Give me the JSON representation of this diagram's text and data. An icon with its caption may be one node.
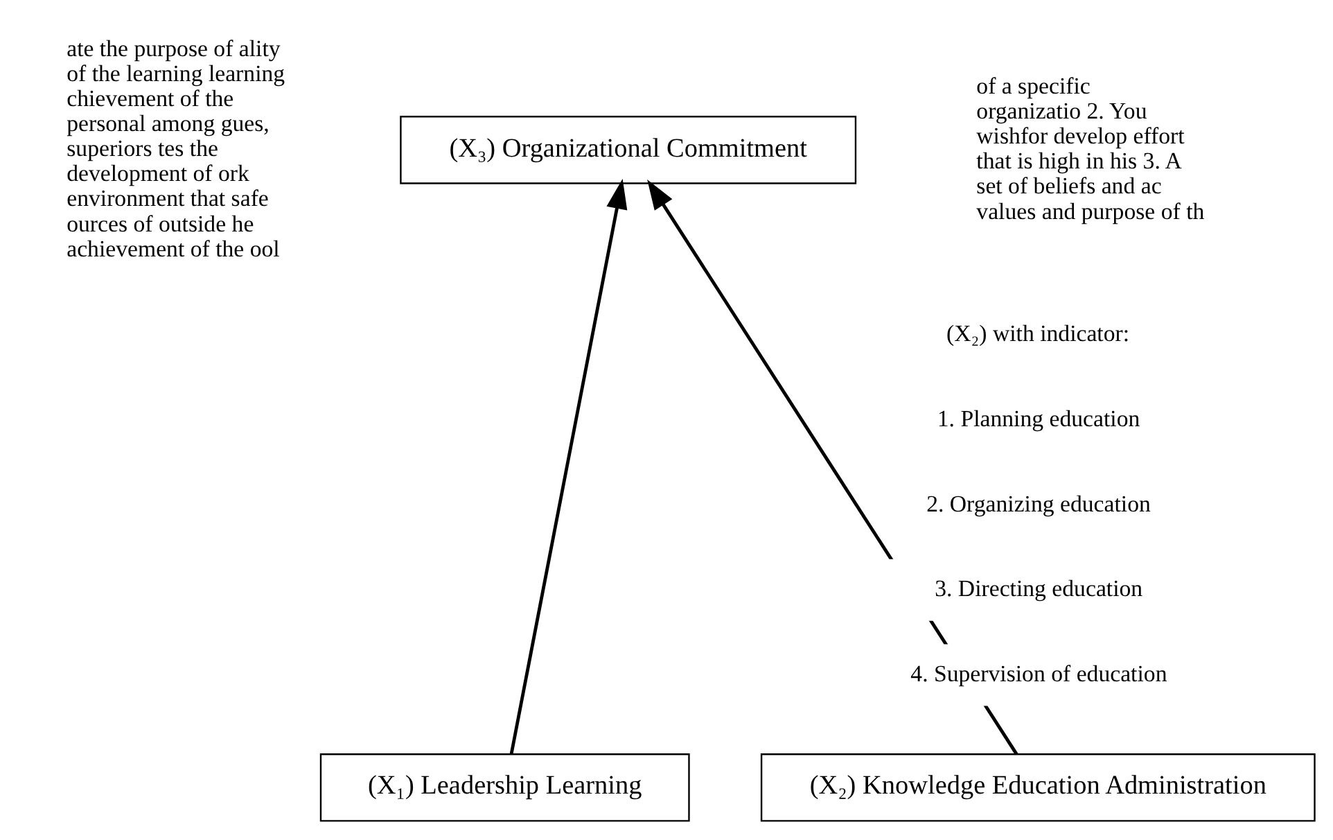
{
  "diagram": {
    "nodes": [
      {
        "text": [
          "(X₃) Organizational Commitment"
        ]
      },
      {
        "text": [
          "(X₁) Leadership Learning"
        ]
      },
      {
        "text": [
          "(X₂) Knowledge Education Administration"
        ]
      }
    ],
    "edges": [
      {
        "from": 1,
        "to": 0,
        "arrow": "to"
      },
      {
        "from": 2,
        "to": 0,
        "arrow": "to"
      }
    ],
    "labels": [
      "ate the purpose of ality of the learning learning chievement of the personal among gues, superiors tes the development of ork environment that safe ources of outside he achievement of the ool",
      "of a specific organizatio 2. You wishfor develop effort that is high in his 3. A set of beliefs and ac values and purpose of th",
      "(X₂) with indicator:",
      "1. Planning education",
      "2. Organizing education",
      "3. Directing education",
      "4. Supervision of education"
    ]
  }
}
